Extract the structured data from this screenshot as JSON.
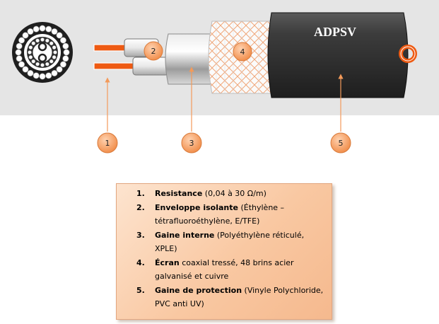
{
  "brand_text": "ADPSV",
  "callouts": [
    "1",
    "2",
    "3",
    "4",
    "5"
  ],
  "legend": [
    {
      "num": "1.",
      "term": "Resistance",
      "desc": " (0,04 à 30 Ω/m)"
    },
    {
      "num": "2.",
      "term": "Enveloppe isolante",
      "desc": " (Éthylène – tétrafluoroéthylène, E/TFE)"
    },
    {
      "num": "3.",
      "term": "Gaine interne",
      "desc": " (Polyéthylène réticulé, XPLE)"
    },
    {
      "num": "4.",
      "term": "Écran",
      "desc": " coaxial tressé, 48 brins acier galvanisé et cuivre"
    },
    {
      "num": "5.",
      "term": "Gaine de protection",
      "desc": " (Vinyle Polychloride, PVC anti UV)"
    }
  ],
  "colors": {
    "accent_orange": "#f39a5a",
    "wire_orange": "#ee5a12",
    "jacket_dark": "#333333",
    "banner_gray": "#e5e5e5"
  },
  "icons": [
    "cable-cross-section-icon"
  ]
}
